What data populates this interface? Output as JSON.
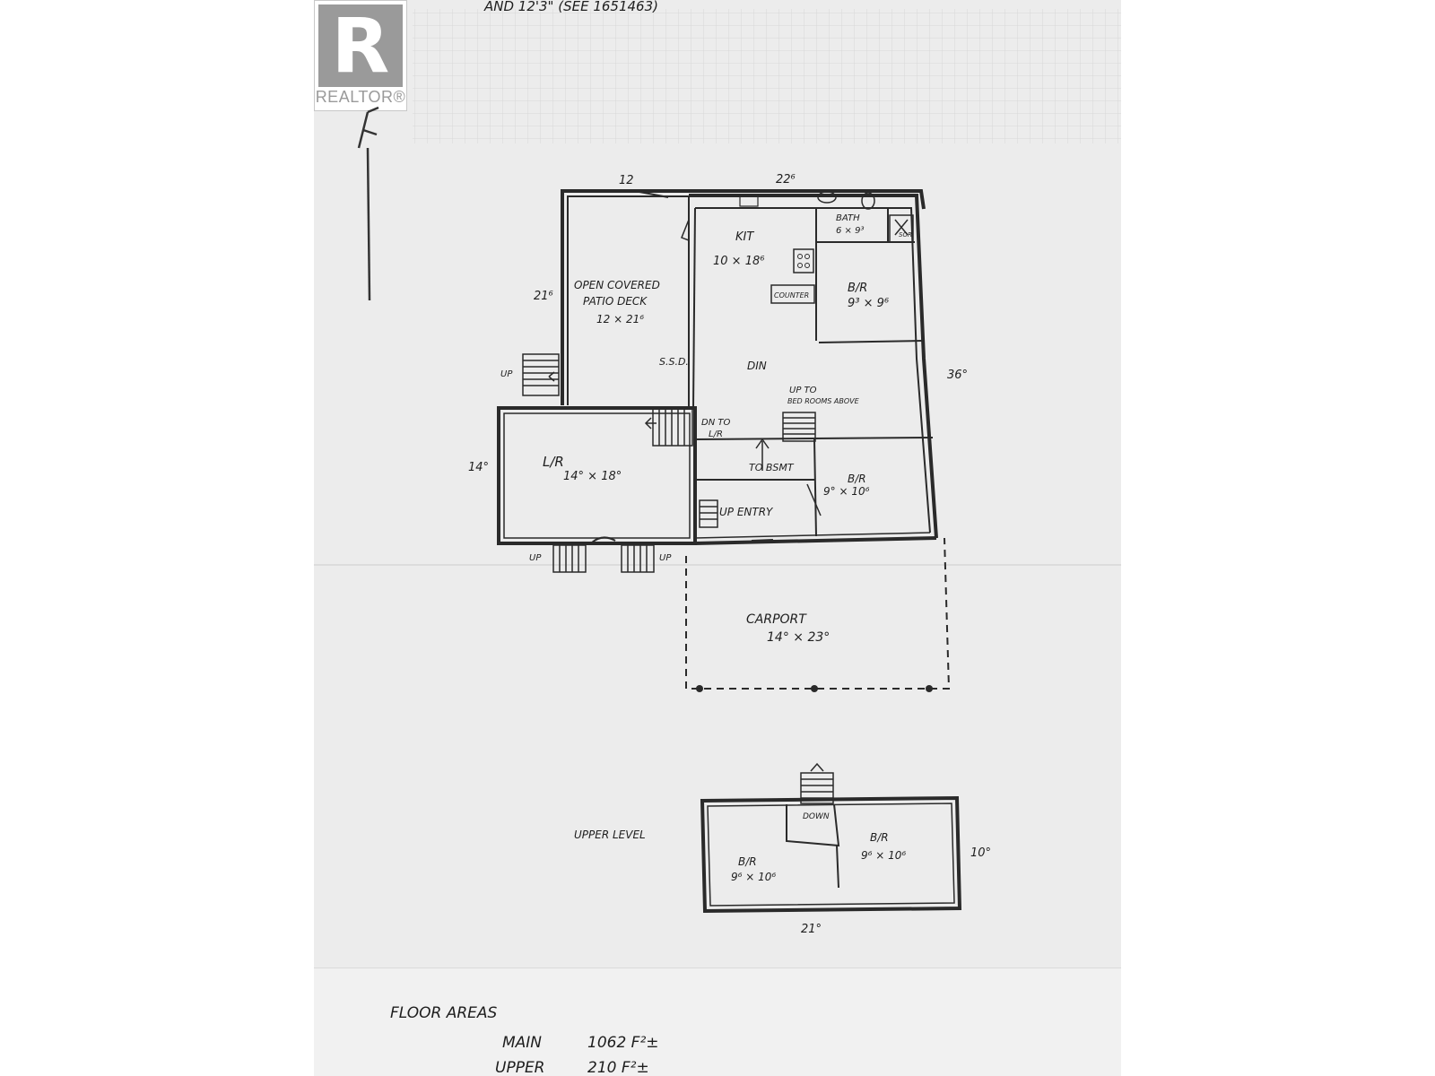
{
  "logo": {
    "text": "REALTOR®"
  },
  "header_note": "AND 12'3\" (SEE 1651463)",
  "main_floor": {
    "dimensions": {
      "top_left": "12",
      "top_right": "22⁶",
      "left_side": "21⁶",
      "right_side": "36°",
      "living_side": "14°"
    },
    "rooms": {
      "deck": {
        "line1": "OPEN COVERED",
        "line2": "PATIO DECK",
        "size": "12 × 21⁶",
        "door": "S.S.D."
      },
      "kitchen": {
        "name": "KIT",
        "size": "10 × 18⁶"
      },
      "bath": {
        "name": "BATH",
        "size": "6 × 9³"
      },
      "bedroom_a": {
        "name": "B/R",
        "size": "9³ × 9⁶"
      },
      "counter": "COUNTER",
      "dining": "DIN",
      "stairs_up": {
        "line1": "UP TO",
        "line2": "BED ROOMS ABOVE"
      },
      "dn_lr": {
        "line1": "DN TO",
        "line2": "L/R"
      },
      "living": {
        "name": "L/R",
        "size": "14° × 18°"
      },
      "to_bsmt": "TO BSMT",
      "entry": "UP ENTRY",
      "bedroom_b": {
        "name": "B/R",
        "size": "9° × 10⁶"
      },
      "stair_up_labels": [
        "UP",
        "UP",
        "UP"
      ],
      "sor": "SOR"
    },
    "carport": {
      "name": "CARPORT",
      "size": "14° × 23°"
    }
  },
  "upper_floor": {
    "label": "UPPER LEVEL",
    "down": "DOWN",
    "bedroom_left": {
      "name": "B/R",
      "size": "9⁶ × 10⁶"
    },
    "bedroom_right": {
      "name": "B/R",
      "size": "9⁶ × 10⁶"
    },
    "width": "21°",
    "depth": "10°"
  },
  "floor_areas": {
    "title": "FLOOR AREAS",
    "main_label": "MAIN",
    "main_value": "1062 F²±",
    "upper_label": "UPPER",
    "upper_value": "210 F²±"
  }
}
